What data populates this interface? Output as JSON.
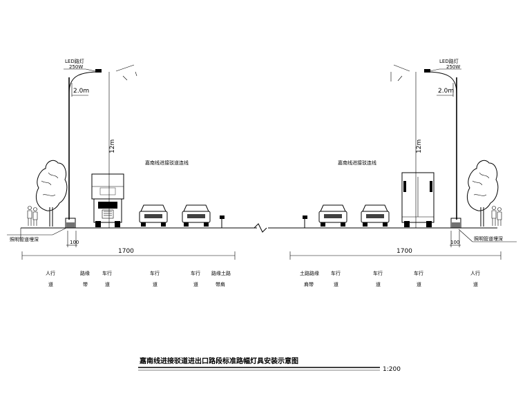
{
  "left": {
    "lamp_label": "LED路灯",
    "lamp_power": "250W",
    "arm_length": "2.0m",
    "pole_height": "12m",
    "road_label": "嘉南线进接驳道连线",
    "sidewalk_note": "照明管道埋深",
    "pole_offset": "100",
    "total_width": "1700",
    "lanes": [
      {
        "line1": "人行",
        "line2": "道"
      },
      {
        "line1": "路缘",
        "line2": "带"
      },
      {
        "line1": "车行",
        "line2": "道"
      },
      {
        "line1": "车行",
        "line2": "道"
      },
      {
        "line1": "车行",
        "line2": "道"
      },
      {
        "line1": "路缘土路",
        "line2": "带肩"
      }
    ]
  },
  "right": {
    "lamp_label": "LED路灯",
    "lamp_power": "250W",
    "arm_length": "2.0m",
    "pole_height": "12m",
    "road_label": "嘉南线进接驳连线",
    "sidewalk_note": "照明管道埋深",
    "pole_offset": "100",
    "total_width": "1700",
    "lanes": [
      {
        "line1": "土路路缘",
        "line2": "肩带"
      },
      {
        "line1": "车行",
        "line2": "道"
      },
      {
        "line1": "车行",
        "line2": "道"
      },
      {
        "line1": "车行",
        "line2": "道"
      },
      {
        "line1": "人行",
        "line2": "道"
      }
    ]
  },
  "title": "嘉南线进接驳道进出口路段标准路幅灯具安装示意图",
  "scale": "1:200"
}
